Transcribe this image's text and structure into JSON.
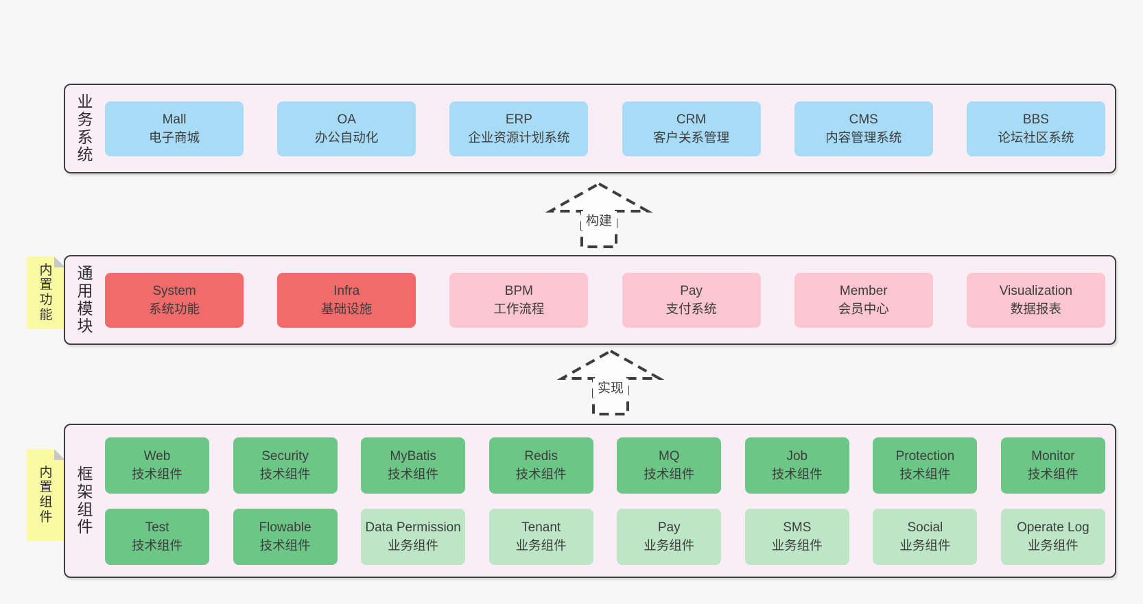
{
  "diagram": {
    "layers": {
      "business": {
        "label": "业务系统",
        "rows": [
          [
            {
              "name": "Mall",
              "desc": "电子商城",
              "variant": "blue"
            },
            {
              "name": "OA",
              "desc": "办公自动化",
              "variant": "blue"
            },
            {
              "name": "ERP",
              "desc": "企业资源计划系统",
              "variant": "blue"
            },
            {
              "name": "CRM",
              "desc": "客户关系管理",
              "variant": "blue"
            },
            {
              "name": "CMS",
              "desc": "内容管理系统",
              "variant": "blue"
            },
            {
              "name": "BBS",
              "desc": "论坛社区系统",
              "variant": "blue"
            }
          ]
        ]
      },
      "modules": {
        "label": "通用模块",
        "tab": "内置功能",
        "rows": [
          [
            {
              "name": "System",
              "desc": "系统功能",
              "variant": "red"
            },
            {
              "name": "Infra",
              "desc": "基础设施",
              "variant": "red"
            },
            {
              "name": "BPM",
              "desc": "工作流程",
              "variant": "pink"
            },
            {
              "name": "Pay",
              "desc": "支付系统",
              "variant": "pink"
            },
            {
              "name": "Member",
              "desc": "会员中心",
              "variant": "pink"
            },
            {
              "name": "Visualization",
              "desc": "数据报表",
              "variant": "pink"
            }
          ]
        ]
      },
      "framework": {
        "label": "框架组件",
        "tab": "内置组件",
        "rows": [
          [
            {
              "name": "Web",
              "desc": "技术组件",
              "variant": "green"
            },
            {
              "name": "Security",
              "desc": "技术组件",
              "variant": "green"
            },
            {
              "name": "MyBatis",
              "desc": "技术组件",
              "variant": "green"
            },
            {
              "name": "Redis",
              "desc": "技术组件",
              "variant": "green"
            },
            {
              "name": "MQ",
              "desc": "技术组件",
              "variant": "green"
            },
            {
              "name": "Job",
              "desc": "技术组件",
              "variant": "green"
            },
            {
              "name": "Protection",
              "desc": "技术组件",
              "variant": "green"
            },
            {
              "name": "Monitor",
              "desc": "技术组件",
              "variant": "green"
            }
          ],
          [
            {
              "name": "Test",
              "desc": "技术组件",
              "variant": "green"
            },
            {
              "name": "Flowable",
              "desc": "技术组件",
              "variant": "green"
            },
            {
              "name": "Data Permission",
              "desc": "业务组件",
              "variant": "lightGreen"
            },
            {
              "name": "Tenant",
              "desc": "业务组件",
              "variant": "lightGreen"
            },
            {
              "name": "Pay",
              "desc": "业务组件",
              "variant": "lightGreen"
            },
            {
              "name": "SMS",
              "desc": "业务组件",
              "variant": "lightGreen"
            },
            {
              "name": "Social",
              "desc": "业务组件",
              "variant": "lightGreen"
            },
            {
              "name": "Operate Log",
              "desc": "业务组件",
              "variant": "lightGreen"
            }
          ]
        ]
      }
    },
    "arrows": [
      {
        "label": "构建"
      },
      {
        "label": "实现"
      }
    ],
    "colors": {
      "blue": "#a8dcf6",
      "red": "#f16b6b",
      "pink": "#fbc6d0",
      "green": "#6cc787",
      "lightGreen": "#bde6c7",
      "tabYellow": "#fafaa3",
      "tabFold": "#c8c8c8",
      "panelBg": "#f9edf6",
      "panelBorder": "#3f3f3f",
      "pageBg": "#f7f7f7",
      "text": "#3d3d3d"
    }
  }
}
